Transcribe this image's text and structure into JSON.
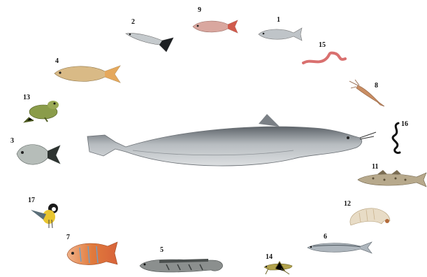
{
  "labels": {
    "l1": "1",
    "l2": "2",
    "l3": "3",
    "l4": "4",
    "l5": "5",
    "l6": "6",
    "l7": "7",
    "l8": "8",
    "l9": "9",
    "l11": "11",
    "l12": "12",
    "l13": "13",
    "l14": "14",
    "l15": "15",
    "l16": "16",
    "l17": "17"
  },
  "colors": {
    "background": "#ffffff",
    "catfish": "#9aa0a6",
    "earthworm": "#d9706f",
    "gourami": "#e07a3c",
    "bird_yellow": "#e8c530",
    "snake": "#111111"
  }
}
